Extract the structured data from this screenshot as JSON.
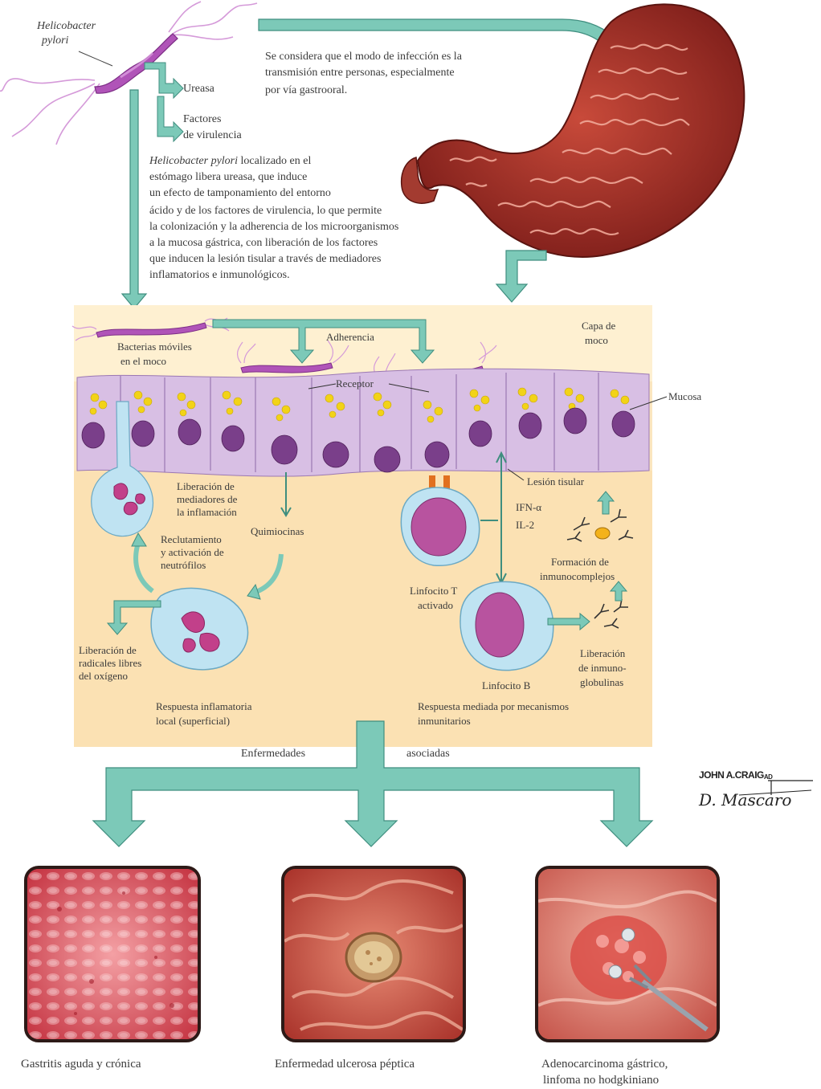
{
  "organism": {
    "name_line1": "Helicobacter",
    "name_line2": "pylori"
  },
  "products": {
    "urease": "Ureasa",
    "virulence_line1": "Factores",
    "virulence_line2": "de virulencia"
  },
  "transmission_text": [
    "Se considera que el modo de infección es la",
    "transmisión entre personas, especialmente",
    "por vía gastrooral."
  ],
  "mechanism_text": {
    "first_line_italic": "Helicobacter pylori",
    "first_line_rest": " localizado en el",
    "lines": [
      "estómago libera ureasa, que induce",
      "un efecto de tamponamiento del entorno",
      "ácido y de los factores de virulencia, lo que permite",
      "la colonización y la adherencia de los microorganismos",
      "a la mucosa gástrica, con liberación de los factores",
      "que inducen la lesión tisular a través de mediadores",
      "inflamatorios e inmunológicos."
    ]
  },
  "tissue_labels": {
    "mucus_layer_line1": "Capa de",
    "mucus_layer_line2": "moco",
    "motile_line1": "Bacterias móviles",
    "motile_line2": "en el moco",
    "adherence": "Adherencia",
    "receptor": "Receptor",
    "mucosa": "Mucosa",
    "mediators_line1": "Liberación de",
    "mediators_line2": "mediadores de",
    "mediators_line3": "la inflamación",
    "chemokines": "Quimiocinas",
    "recruit_line1": "Reclutamiento",
    "recruit_line2": "y activación de",
    "recruit_line3": "neutrófilos",
    "radicals_line1": "Liberación de",
    "radicals_line2": "radicales libres",
    "radicals_line3": "del oxígeno",
    "tissue_injury": "Lesión tisular",
    "ifn": "IFN-α",
    "il2": "IL-2",
    "t_cell_line1": "Linfocito T",
    "t_cell_line2": "activado",
    "immunocomplex_line1": "Formación de",
    "immunocomplex_line2": "inmunocomplejos",
    "b_cell": "Linfocito B",
    "ig_line1": "Liberación",
    "ig_line2": "de inmuno-",
    "ig_line3": "globulinas",
    "local_response_line1": "Respuesta inflamatoria",
    "local_response_line2": "local (superficial)",
    "immune_response_line1": "Respuesta mediada por mecanismos",
    "immune_response_line2": "inmunitarios"
  },
  "associated": {
    "left": "Enfermedades",
    "right": "asociadas"
  },
  "diseases": [
    {
      "line1": "Gastritis aguda y crónica",
      "line2": ""
    },
    {
      "line1": "Enfermedad ulcerosa péptica",
      "line2": ""
    },
    {
      "line1": "Adenocarcinoma gástrico,",
      "line2": "linfoma no hodgkiniano"
    }
  ],
  "signatures": {
    "artist1": "JOHN A.CRAIG",
    "artist1_suffix": "AD",
    "artist2": "D. Mascaro"
  },
  "colors": {
    "arrow": "#7cc9b8",
    "arrow_stroke": "#3f8e7f",
    "tissue_bg": "#fbe8c3",
    "cell": "#d9c3e6",
    "nucleus": "#7a3f8a",
    "granule": "#f2d317"
  }
}
